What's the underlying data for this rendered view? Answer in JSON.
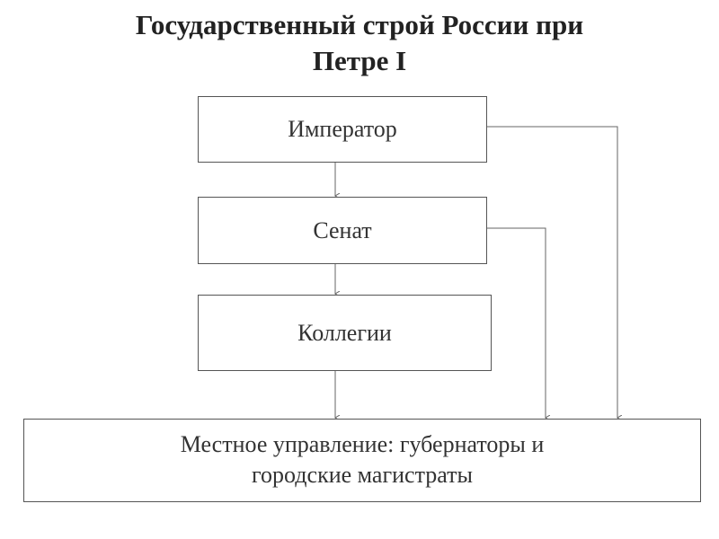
{
  "diagram": {
    "title_line1": "Государственный строй России при",
    "title_line2": "Петре I",
    "nodes": {
      "emperor": "Император",
      "senate": "Сенат",
      "collegia": "Коллегии",
      "local_line1": "Местное управление: губернаторы и",
      "local_line2": "городские магистраты"
    }
  }
}
